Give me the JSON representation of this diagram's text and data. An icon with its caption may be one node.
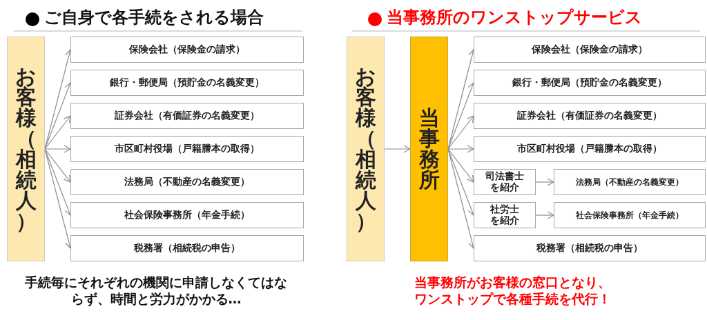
{
  "diagram": {
    "nodes": [
      {
        "text": [
          "お客様（相続人）"
        ]
      },
      {
        "text": [
          "保険会社（保険金の請求）"
        ]
      },
      {
        "text": [
          "銀行・郵便局（預貯金の名義変更）"
        ]
      },
      {
        "text": [
          "証券会社（有価証券の名義変更）"
        ]
      },
      {
        "text": [
          "市区町村役場（戸籍謄本の取得）"
        ]
      },
      {
        "text": [
          "法務局（不動産の名義変更）"
        ]
      },
      {
        "text": [
          "社会保険事務所（年金手続）"
        ]
      },
      {
        "text": [
          "税務署（相続税の申告）"
        ]
      },
      {
        "text": [
          "お客様（相続人）"
        ]
      },
      {
        "text": [
          "当事務所"
        ]
      },
      {
        "text": [
          "保険会社（保険金の請求）"
        ]
      },
      {
        "text": [
          "銀行・郵便局（預貯金の名義変更）"
        ]
      },
      {
        "text": [
          "証券会社（有価証券の名義変更）"
        ]
      },
      {
        "text": [
          "市区町村役場（戸籍謄本の取得）"
        ]
      },
      {
        "text": [
          "司法書士を紹介"
        ]
      },
      {
        "text": [
          "法務局（不動産の名義変更）"
        ]
      },
      {
        "text": [
          "社労士を紹介"
        ]
      },
      {
        "text": [
          "社会保険事務所（年金手続）"
        ]
      },
      {
        "text": [
          "税務署（相続税の申告）"
        ]
      }
    ],
    "edges": [
      {
        "from": 0,
        "to": 1,
        "arrow": "to"
      },
      {
        "from": 0,
        "to": 2,
        "arrow": "to"
      },
      {
        "from": 0,
        "to": 3,
        "arrow": "to"
      },
      {
        "from": 0,
        "to": 4,
        "arrow": "to"
      },
      {
        "from": 0,
        "to": 5,
        "arrow": "to"
      },
      {
        "from": 0,
        "to": 6,
        "arrow": "to"
      },
      {
        "from": 0,
        "to": 7,
        "arrow": "to"
      },
      {
        "from": 8,
        "to": 9,
        "arrow": "to"
      },
      {
        "from": 9,
        "to": 10,
        "arrow": "to"
      },
      {
        "from": 9,
        "to": 11,
        "arrow": "to"
      },
      {
        "from": 9,
        "to": 12,
        "arrow": "to"
      },
      {
        "from": 9,
        "to": 13,
        "arrow": "to"
      },
      {
        "from": 9,
        "to": 14,
        "arrow": "to"
      },
      {
        "from": 9,
        "to": 16,
        "arrow": "to"
      },
      {
        "from": 9,
        "to": 18,
        "arrow": "to"
      },
      {
        "from": 14,
        "to": 15,
        "arrow": "to"
      },
      {
        "from": 16,
        "to": 17,
        "arrow": "to"
      }
    ],
    "labels": [
      "ご自身で各手続をされる場合",
      "当事務所のワンストップサービス",
      "手続毎にそれぞれの機関に申請しなくてはならず、時間と労力がかかる…",
      "当事務所がお客様の窓口となり、ワンストップで各種手続を代行！"
    ]
  }
}
